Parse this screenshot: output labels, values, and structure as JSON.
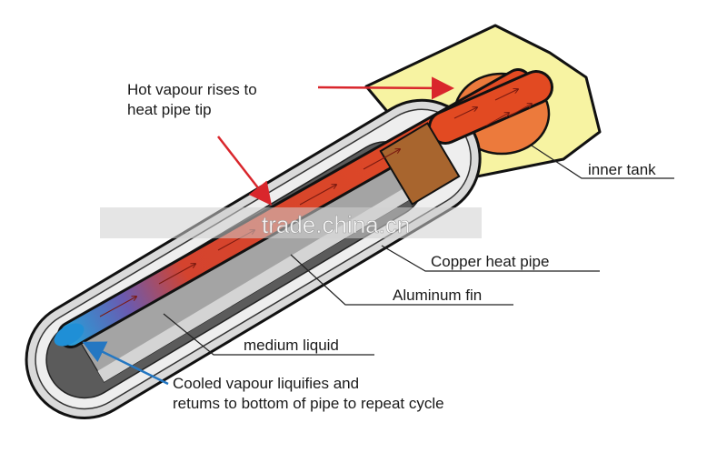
{
  "labels": {
    "hot_vapour_line1": "Hot vapour rises to",
    "hot_vapour_line2": "heat pipe tip",
    "inner_tank": "inner tank",
    "copper_heat_pipe": "Copper  heat pipe",
    "aluminum_fin": "Aluminum fin",
    "medium_liquid": "medium liquid",
    "cooled_line1": "Cooled vapour liquifies and",
    "cooled_line2": "retums to bottom of pipe to repeat cycle"
  },
  "watermark": "trade.china.cn",
  "colors": {
    "tank_fill": "#f7f3a2",
    "tank_ball": "#ec7a3c",
    "copper_pipe": "#e04a22",
    "collar": "#a8652e",
    "tube_outer": "#d9d9d9",
    "fin": "#9b9b9b",
    "liquid_blue": "#2b9bd6",
    "arrow_red": "#d9262c",
    "arrow_blue": "#2477c2"
  }
}
